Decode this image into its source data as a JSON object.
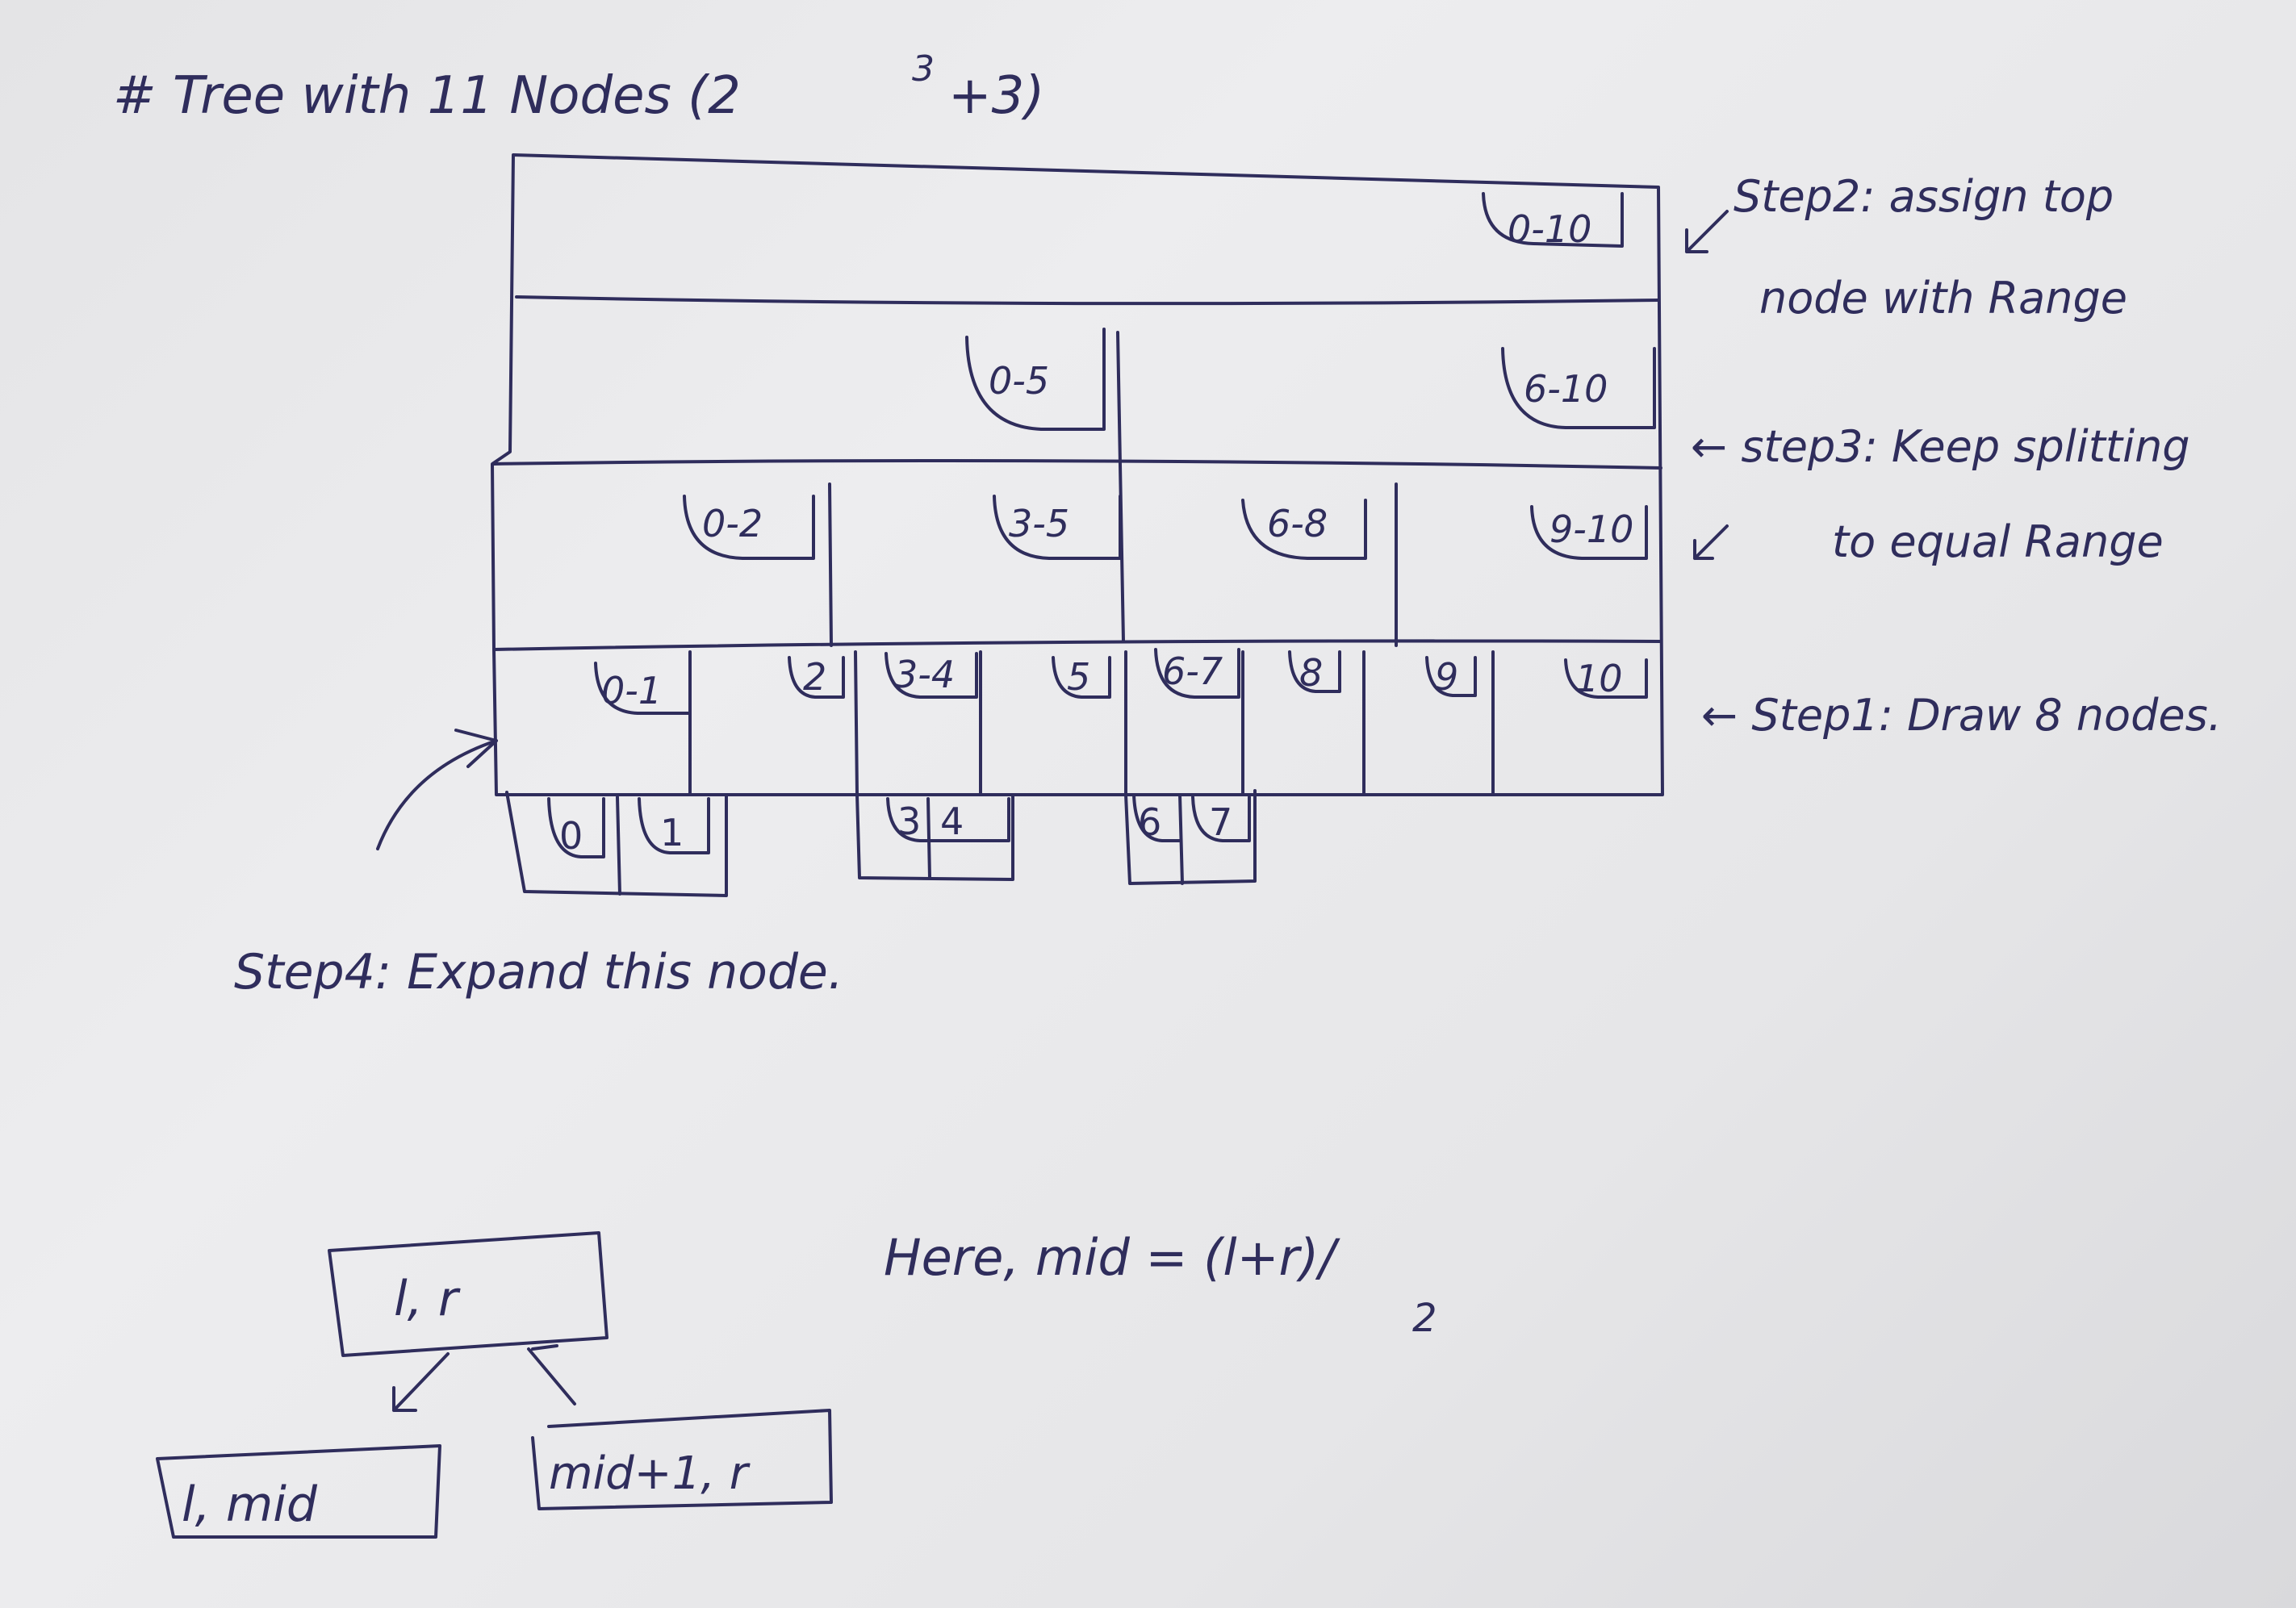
{
  "title": "# Tree with 11 Nodes (2",
  "title_exp": "3",
  "title_tail": "+3)",
  "levels": [
    [
      "0-10"
    ],
    [
      "0-5",
      "6-10"
    ],
    [
      "0-2",
      "3-5",
      "6-8",
      "9-10"
    ],
    [
      "0-1",
      "2",
      "3-4",
      "5",
      "6-7",
      "8",
      "9",
      "10"
    ],
    [
      "0",
      "1",
      "3",
      "4",
      "6",
      "7"
    ]
  ],
  "annotations": {
    "step1": "← Step1: Draw 8 nodes.",
    "step2_line1": "Step2: assign top",
    "step2_line2": "node with Range",
    "step3_line1": "← step3: Keep splitting",
    "step3_line2": "to equal Range",
    "step4": "Step4: Expand this node."
  },
  "bottom_tree": {
    "parent": "l, r",
    "left": "l, mid",
    "right": "mid+1, r"
  },
  "formula": {
    "prefix": "Here, mid = (l+r)/",
    "denominator": "2"
  },
  "ink_color": "#2f2d5c"
}
